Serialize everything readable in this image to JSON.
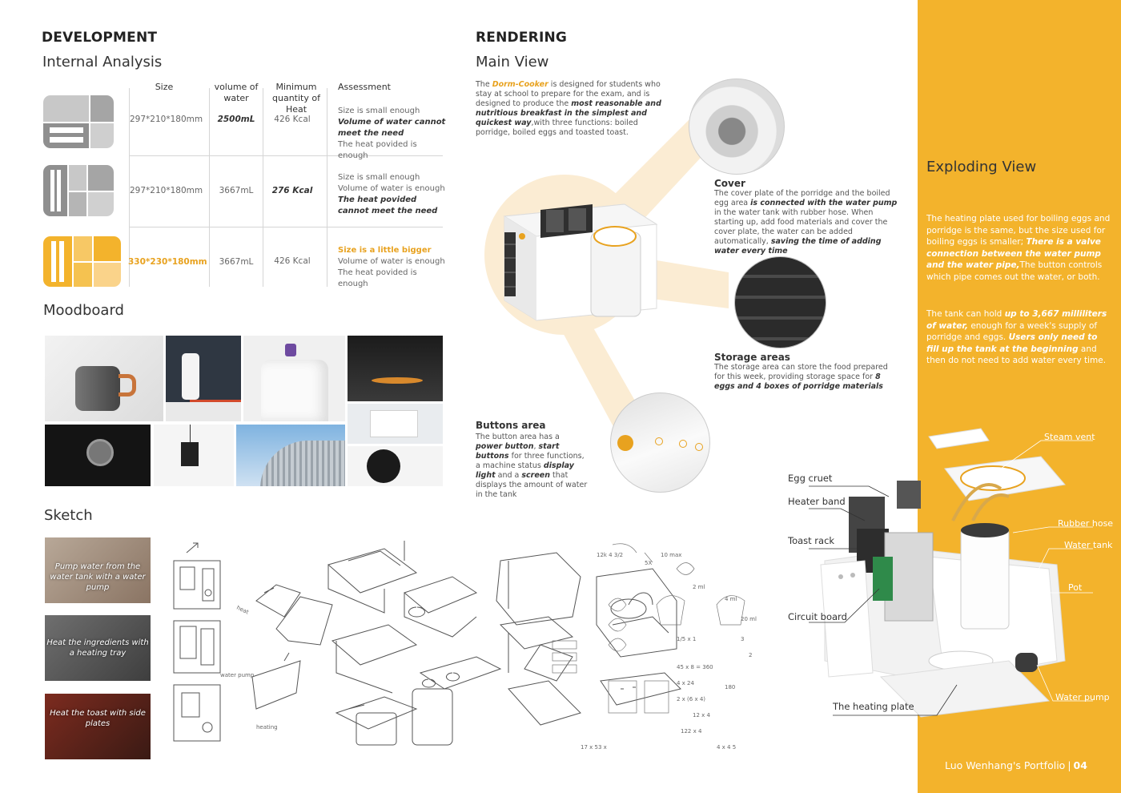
{
  "development": {
    "heading": "DEVELOPMENT",
    "internal_analysis": {
      "title": "Internal Analysis",
      "headers": [
        "Size",
        "volume of water",
        "Minimum quantity of Heat",
        "Assessment"
      ],
      "rows": [
        {
          "size": "297*210*180mm",
          "water": "2500mL",
          "heat": "426 Kcal",
          "assessment": [
            "Size is small enough",
            "Volume of water cannot meet the need",
            "The heat povided is enough"
          ]
        },
        {
          "size": "297*210*180mm",
          "water": "3667mL",
          "heat": "276 Kcal",
          "assessment": [
            "Size is small enough",
            "Volume of water is enough",
            "The heat povided cannot meet the need"
          ]
        },
        {
          "size": "330*230*180mm",
          "water": "3667mL",
          "heat": "426 Kcal",
          "assessment": [
            "Size is a little bigger",
            "Volume of water is enough",
            "The heat povided is enough"
          ]
        }
      ]
    },
    "moodboard": {
      "title": "Moodboard"
    },
    "sketch": {
      "title": "Sketch",
      "captions": [
        "Pump water from the water tank with a water pump",
        "Heat the ingredients with a heating tray",
        "Heat the toast with side plates"
      ],
      "annotations": [
        "water pump",
        "heating",
        "5X",
        "4",
        "10 max"
      ]
    }
  },
  "rendering": {
    "heading": "RENDERING",
    "main_view": {
      "title": "Main View",
      "intro_a": "The ",
      "intro_product": "Dorm-Cooker",
      "intro_b": " is designed for students who stay at school to prepare for the exam, and is designed to produce the ",
      "intro_bold": "most reasonable and nutritious breakfast in the simplest and quickest way",
      "intro_c": ",with three functions: boiled porridge, boiled eggs and toasted toast."
    },
    "cover": {
      "title": "Cover",
      "a": "The cover plate of the porridge and the boiled egg area ",
      "b": "is connected with the water pump",
      "c": " in the water tank with rubber hose. When starting up, add food materials and cover the cover plate, the water can be added automatically, ",
      "d": "saving the time of adding water every time"
    },
    "storage": {
      "title": "Storage areas",
      "a": "The storage area can store the food prepared for this week, providing storage space for ",
      "b": "8 eggs and 4 boxes of porridge materials"
    },
    "buttons": {
      "title": "Buttons area",
      "a": "The button area has a ",
      "b": "power button",
      "c": ", ",
      "d": "start buttons",
      "e": " for three functions, a machine status ",
      "f": "display light",
      "g": " and a ",
      "h": "screen",
      "i": " that displays the amount of water in the tank"
    }
  },
  "exploding": {
    "title": "Exploding View",
    "p1_a": "The heating plate used for boiling eggs and porridge is the same, but the size used for boiling eggs is smaller; ",
    "p1_b": "There is a valve connection between the water pump and the water pipe,",
    "p1_c": "The button controls which pipe comes out the water, or both.",
    "p2_a": "The tank can hold ",
    "p2_b": "up to 3,667 milliliters of water,",
    "p2_c": " enough for a week's supply of porridge and eggs. ",
    "p2_d": "Users only need to fill up the tank at the beginning",
    "p2_e": " and then do not need to add water every time.",
    "labels_left": [
      "Egg cruet",
      "Heater band",
      "Toast rack",
      "Circuit board",
      "The heating plate"
    ],
    "labels_right": [
      "Steam vent",
      "Rubber hose",
      "Water tank",
      "Pot",
      "Water pump"
    ]
  },
  "footer": {
    "author": "Luo Wenhang's Portfolio",
    "page": "04"
  },
  "colors": {
    "accent": "#f3b32c",
    "orange_text": "#e8a21f"
  }
}
